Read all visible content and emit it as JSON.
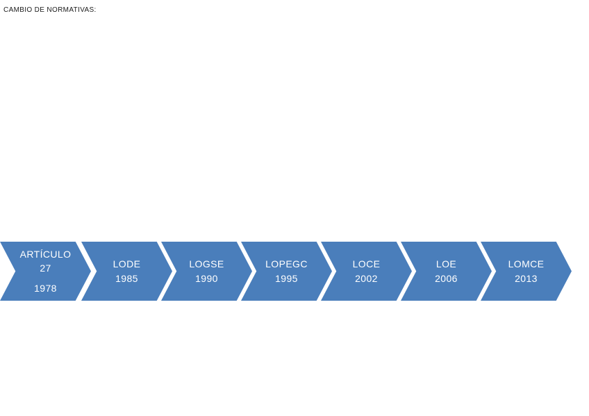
{
  "page": {
    "title": "CAMBIO DE NORMATIVAS:",
    "background_color": "#ffffff",
    "title_color": "#1a1a1a"
  },
  "timeline": {
    "orientation": "horizontal",
    "shape": "chevron",
    "fill_color": "#4a7ebb",
    "text_color": "#ffffff",
    "steps": [
      {
        "label": "ARTÍCULO",
        "label2": "27",
        "year": "1978"
      },
      {
        "label": "LODE",
        "label2": "",
        "year": "1985"
      },
      {
        "label": "LOGSE",
        "label2": "",
        "year": "1990"
      },
      {
        "label": "LOPEGC",
        "label2": "",
        "year": "1995"
      },
      {
        "label": "LOCE",
        "label2": "",
        "year": "2002"
      },
      {
        "label": "LOE",
        "label2": "",
        "year": "2006"
      },
      {
        "label": "LOMCE",
        "label2": "",
        "year": "2013"
      }
    ]
  }
}
